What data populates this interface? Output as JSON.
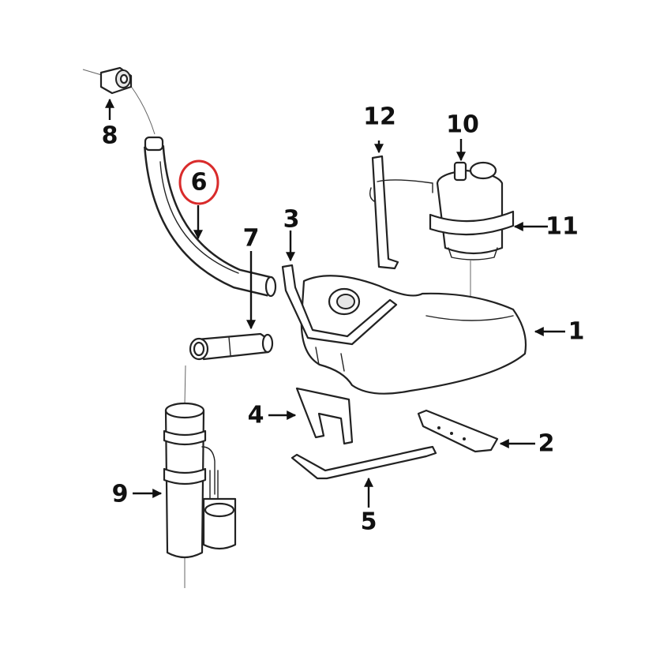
{
  "diagram": {
    "highlight_color": "#d92b2b",
    "highlighted_part": "6",
    "callouts": {
      "c1": "1",
      "c2": "2",
      "c3": "3",
      "c4": "4",
      "c5": "5",
      "c6": "6",
      "c7": "7",
      "c8": "8",
      "c9": "9",
      "c10": "10",
      "c11": "11",
      "c12": "12"
    }
  }
}
